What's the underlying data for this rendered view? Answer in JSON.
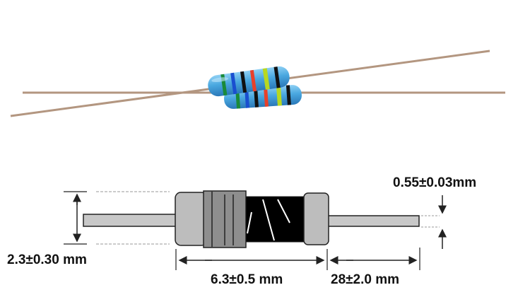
{
  "photo": {
    "band_colors_front": [
      "#1a8a3a",
      "#1a4fd0",
      "#111111",
      "#e8402a",
      "#b8d820",
      "#111111"
    ],
    "body_color": "#4aa8e0",
    "lead_color": "#b89a80"
  },
  "diagram": {
    "diameter_label": "2.3±0.30 mm",
    "body_length_label": "6.3±0.5 mm",
    "lead_length_label": "28±2.0 mm",
    "lead_diameter_label": "0.55±0.03mm"
  }
}
